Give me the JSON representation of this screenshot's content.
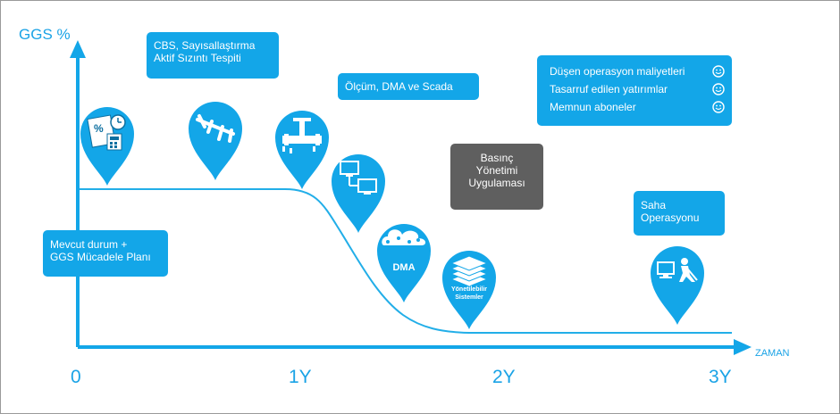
{
  "axes": {
    "y_label": "GGS %",
    "x_label": "ZAMAN",
    "ticks": [
      "0",
      "1Y",
      "2Y",
      "3Y"
    ]
  },
  "boxes": {
    "mevcut": [
      "Mevcut durum +",
      "GGS Mücadele Planı"
    ],
    "cbs": [
      "CBS, Sayısallaştırma",
      "Aktif Sızıntı Tespiti"
    ],
    "olcum": [
      "Ölçüm, DMA ve Scada"
    ],
    "basinc": [
      "Basınç",
      "Yönetimi",
      "Uygulaması"
    ],
    "saha": [
      "Saha",
      "Operasyonu"
    ],
    "benefits": [
      "Düşen operasyon maliyetleri",
      "Tasarruf edilen yatırımlar",
      "Memnun aboneler"
    ]
  },
  "pins": {
    "dma_label": "DMA",
    "yonetilebilir": [
      "Yönetilebilir",
      "Sistemler"
    ]
  },
  "icons": [
    "documents-calculator-icon",
    "leak-pipe-icon",
    "water-tap-pipe-icon",
    "computer-network-icon",
    "cloud-network-icon",
    "layered-systems-icon",
    "field-worker-icon",
    "smiley-icon"
  ],
  "colors": {
    "primary": "#13a6e8",
    "curve": "#22aee8",
    "gray_box": "#5f5f5f",
    "background": "#ffffff"
  }
}
